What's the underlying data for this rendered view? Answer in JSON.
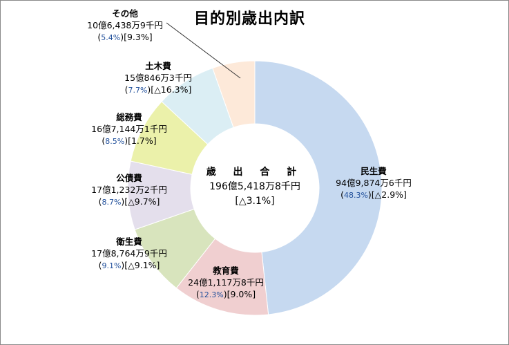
{
  "chart_data": {
    "type": "pie",
    "title": "目的別歳出内訳",
    "center": {
      "title": "歳 出 合 計",
      "amount": "196億5,418万8千円",
      "change": "[△3.1%]"
    },
    "slices": [
      {
        "name": "民生費",
        "amount": "94億9,874万6千円",
        "share": 48.3,
        "share_label": "48.3%",
        "change": "△2.9%",
        "color": "#c6d9f0"
      },
      {
        "name": "教育費",
        "amount": "24億1,117万8千円",
        "share": 12.3,
        "share_label": "12.3%",
        "change": "9.0%",
        "color": "#f0cfd0"
      },
      {
        "name": "衛生費",
        "amount": "17億8,764万9千円",
        "share": 9.1,
        "share_label": "9.1%",
        "change": "△9.1%",
        "color": "#d8e4bd"
      },
      {
        "name": "公債費",
        "amount": "17億1,232万2千円",
        "share": 8.7,
        "share_label": "8.7%",
        "change": "△9.7%",
        "color": "#e4dfec"
      },
      {
        "name": "総務費",
        "amount": "16億7,144万1千円",
        "share": 8.5,
        "share_label": "8.5%",
        "change": "1.7%",
        "color": "#ebf1aa"
      },
      {
        "name": "土木費",
        "amount": "15億846万3千円",
        "share": 7.7,
        "share_label": "7.7%",
        "change": "△16.3%",
        "color": "#dbeef4"
      },
      {
        "name": "その他",
        "amount": "10億6,438万9千円",
        "share": 5.4,
        "share_label": "5.4%",
        "change": "9.3%",
        "color": "#fde9d9"
      }
    ]
  }
}
